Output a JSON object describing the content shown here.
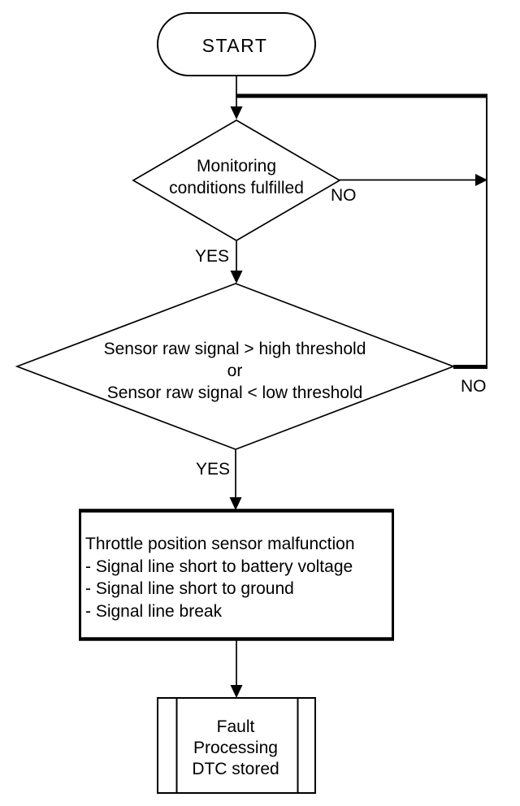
{
  "flowchart": {
    "start": {
      "label": "START"
    },
    "decision1": {
      "line1": "Monitoring",
      "line2": "conditions fulfilled",
      "yes_label": "YES",
      "no_label": "NO"
    },
    "decision2": {
      "line1": "Sensor raw signal > high threshold",
      "line2": "or",
      "line3": "Sensor raw signal < low threshold",
      "yes_label": "YES",
      "no_label": "NO"
    },
    "process": {
      "line1": "Throttle position sensor malfunction",
      "line2": "- Signal line short to battery voltage",
      "line3": "- Signal line short to ground",
      "line4": "- Signal line break"
    },
    "subroutine": {
      "line1": "Fault",
      "line2": "Processing",
      "line3": "DTC stored"
    },
    "colors": {
      "line": "#000000",
      "background": "#ffffff",
      "text": "#000000"
    }
  }
}
